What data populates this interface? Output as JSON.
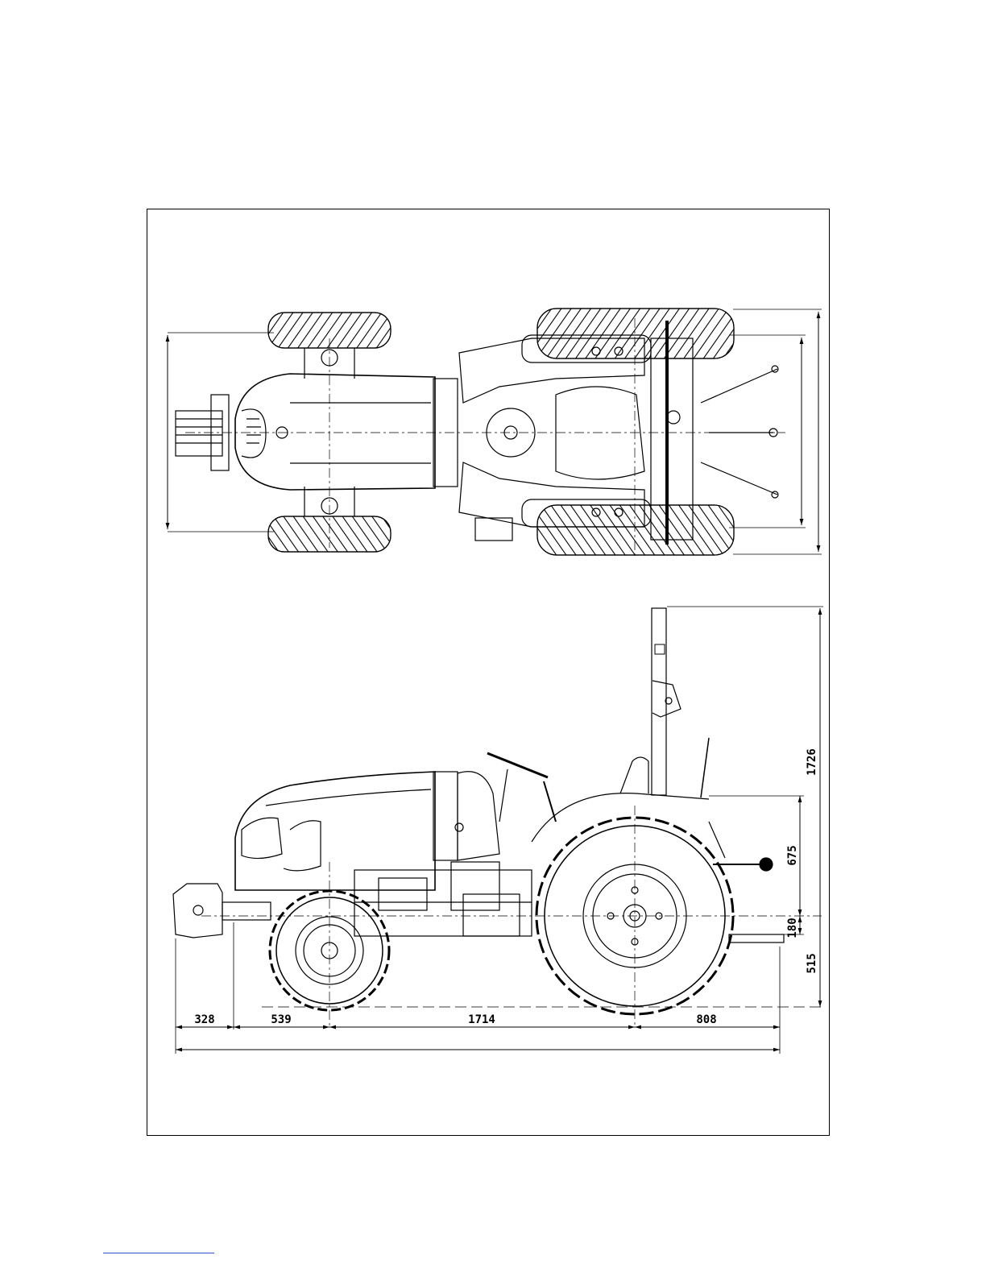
{
  "drawing": {
    "views": [
      "top-view",
      "side-view"
    ],
    "dimensions": {
      "front_overhang": "328",
      "front_axle_offset": "539",
      "wheelbase": "1714",
      "rear_overhang": "808",
      "rops_height": "1726",
      "hitch_height": "675",
      "drawbar_offset": "180",
      "axle_height": "515"
    }
  },
  "colors": {
    "ink": "#000000",
    "paper": "#ffffff",
    "footer_rule": "#2a4fd1"
  }
}
